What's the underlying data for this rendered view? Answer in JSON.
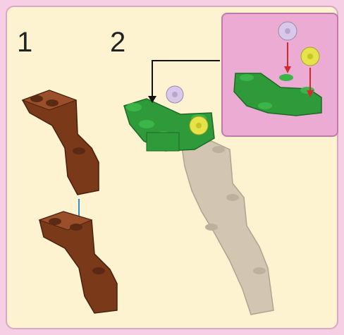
{
  "steps": [
    {
      "number": "1"
    },
    {
      "number": "2"
    }
  ],
  "colors": {
    "background": "#f6cfe4",
    "panel": "#fdf3d0",
    "inset": "#ecabd3",
    "brown_brick": "#7a3a1a",
    "tan_brick": "#d2c6b3",
    "green_plant": "#2f9a3a",
    "flower_lilac": "#d9c8ea",
    "flower_yellow": "#e6e24a",
    "arrow_blue": "#2a8fd6",
    "arrow_red": "#d22b2b"
  },
  "icons": [
    "arrow-down-blue",
    "arrow-down-red",
    "callout-arrow"
  ]
}
